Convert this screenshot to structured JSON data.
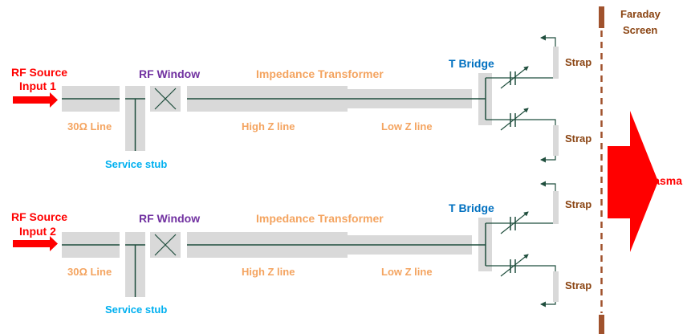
{
  "colors": {
    "source_label": "#ff0000",
    "source_arrow": "#ff0000",
    "line_label": "#f4a460",
    "window_label": "#7030a0",
    "stub_label": "#00b0f0",
    "bridge_label": "#0070c0",
    "strap_label": "#8b4513",
    "screen": "#a0522d",
    "plasma": "#ff0000",
    "line_fill": "#d9d9d9",
    "conductor": "#1f4e3d"
  },
  "chains": [
    {
      "source_line1": "RF Source",
      "source_line2": "Input 1",
      "line_30": "30Ω Line",
      "service_stub": "Service stub",
      "rf_window": "RF Window",
      "impedance_transformer": "Impedance Transformer",
      "high_z": "High Z line",
      "low_z": "Low Z line",
      "t_bridge": "T Bridge"
    },
    {
      "source_line1": "RF Source",
      "source_line2": "Input 2",
      "line_30": "30Ω Line",
      "service_stub": "Service stub",
      "rf_window": "RF Window",
      "impedance_transformer": "Impedance Transformer",
      "high_z": "High Z line",
      "low_z": "Low Z line",
      "t_bridge": "T Bridge"
    }
  ],
  "straps": [
    "Strap",
    "Strap",
    "Strap",
    "Strap"
  ],
  "faraday_line1": "Faraday",
  "faraday_line2": "Screen",
  "plasma": "Plasma"
}
